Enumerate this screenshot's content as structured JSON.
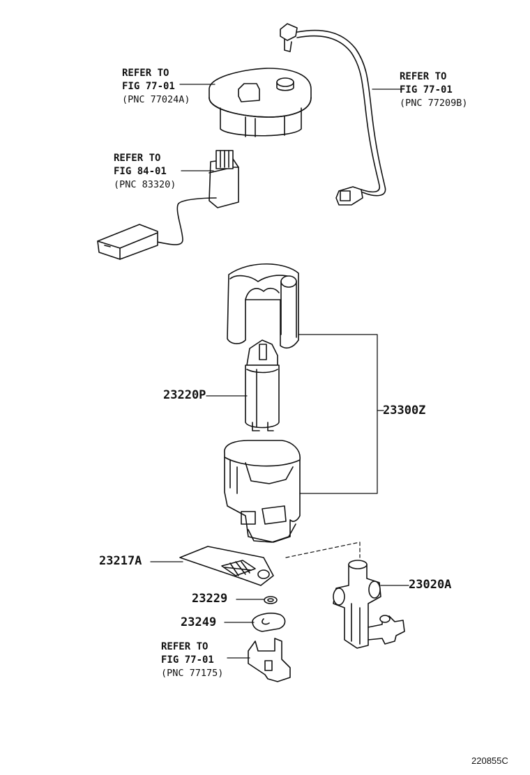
{
  "references": [
    {
      "line1": "REFER TO",
      "line2": "FIG 77-01",
      "line3": "(PNC 77024A)"
    },
    {
      "line1": "REFER TO",
      "line2": "FIG 77-01",
      "line3": "(PNC 77209B)"
    },
    {
      "line1": "REFER TO",
      "line2": "FIG 84-01",
      "line3": "(PNC 83320)"
    },
    {
      "line1": "REFER TO",
      "line2": "FIG 77-01",
      "line3": "(PNC 77175)"
    }
  ],
  "parts": {
    "fuel_pump": "23220P",
    "pump_assembly": "23300Z",
    "strainer": "23217A",
    "washer": "23229",
    "clip": "23249",
    "fuel_valve": "23020A"
  },
  "figure_code": "220855C"
}
